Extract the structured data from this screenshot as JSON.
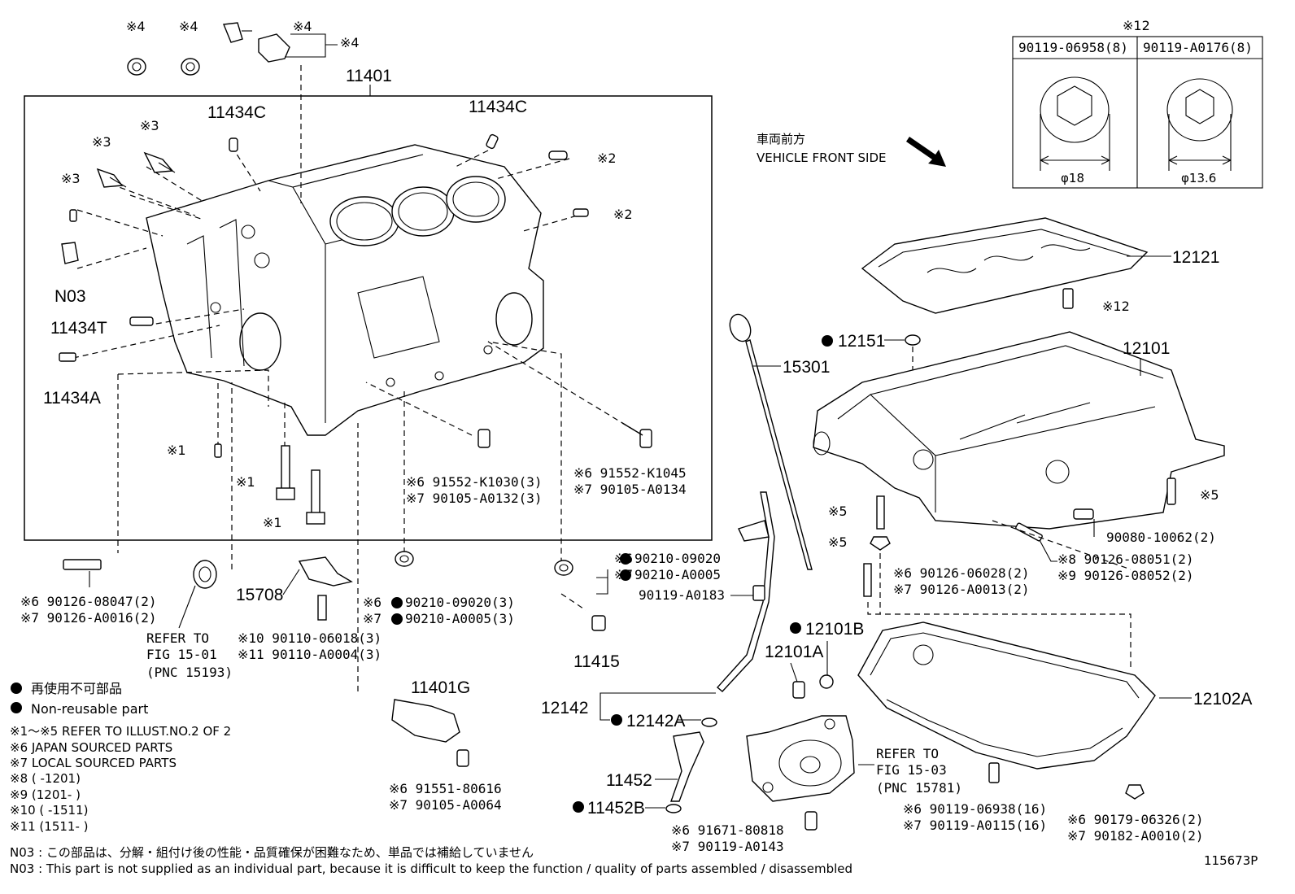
{
  "diagram_id": "115673P",
  "orientation": {
    "jp": "車両前方",
    "en": "VEHICLE FRONT SIDE"
  },
  "table12": {
    "mark": "※12",
    "col1": "90119-06958(8)",
    "col2": "90119-A0176(8)",
    "dia1": "φ18",
    "dia2": "φ13.6"
  },
  "labels": {
    "p11401": "11401",
    "p11434c_a": "11434C",
    "p11434c_b": "11434C",
    "n03": "N03",
    "p11434t": "11434T",
    "p11434a": "11434A",
    "m4a": "※4",
    "m4b": "※4",
    "m4c": "※4",
    "m4d": "※4",
    "m3a": "※3",
    "m3b": "※3",
    "m3c": "※3",
    "m2a": "※2",
    "m2b": "※2",
    "m1a": "※1",
    "m1b": "※1",
    "m1c": "※1",
    "bolt6_a": "※6  91552-K1030(3)",
    "bolt7_a": "※7  90105-A0132(3)",
    "bolt6_b": "※6  91552-K1045",
    "bolt7_b": "※7  90105-A0134",
    "stud6": "※6  90126-08047(2)",
    "stud7": "※7  90126-A0016(2)",
    "refer1": "REFER TO",
    "fig1": "FIG 15-01",
    "pnc1": "(PNC 15193)",
    "p15708": "15708",
    "b10": "※10  90110-06018(3)",
    "b11": "※11  90110-A0004(3)",
    "g6": "※6",
    "g6p": "90210-09020(3)",
    "g7": "※7",
    "g7p": "90210-A0005(3)",
    "h6": "※6",
    "h6p": "90210-09020",
    "h7": "※7",
    "h7p": "90210-A0005",
    "p90119a0183": "90119-A0183",
    "p11415": "11415",
    "legend_jp": "再使用不可部品",
    "legend_en": "Non-reusable part",
    "note1": "※1～※5  REFER TO ILLUST.NO.2 OF 2",
    "note6": "※6  JAPAN SOURCED PARTS",
    "note7": "※7  LOCAL SOURCED PARTS",
    "note8": "※8 (        -1201)",
    "note9": "※9 (1201-        )",
    "note10": "※10 (        -1511)",
    "note11": "※11 (1511-        )",
    "p11401g": "11401G",
    "s6": "※6  91551-80616",
    "s7": "※7  90105-A0064",
    "p12142": "12142",
    "p12142a": "12142A",
    "p11452": "11452",
    "p11452b": "11452B",
    "f6": "※6  91671-80818",
    "f7": "※7  90119-A0143",
    "refer2": "REFER TO",
    "fig2": "FIG 15-03",
    "pnc2": "(PNC 15781)",
    "p12101b": "12101B",
    "p12101a": "12101A",
    "p12121": "12121",
    "m12": "※12",
    "p12151": "12151",
    "p15301": "15301",
    "p12101": "12101",
    "m5a": "※5",
    "m5b": "※5",
    "m5c": "※5",
    "p9008010062": "90080-10062(2)",
    "q8": "※8  90126-08051(2)",
    "q9": "※9  90126-08052(2)",
    "r6": "※6  90126-06028(2)",
    "r7": "※7  90126-A0013(2)",
    "p12102a": "12102A",
    "t6": "※6  90119-06938(16)",
    "t7": "※7  90119-A0115(16)",
    "u6": "※6  90179-06326(2)",
    "u7": "※7  90182-A0010(2)",
    "n03_jp": "N03 : この部品は、分解・組付け後の性能・品質確保が困難なため、単品では補給していません",
    "n03_en": "N03 : This part is not supplied as an individual part, because it is difficult to keep the function / quality of parts  assembled / disassembled"
  }
}
